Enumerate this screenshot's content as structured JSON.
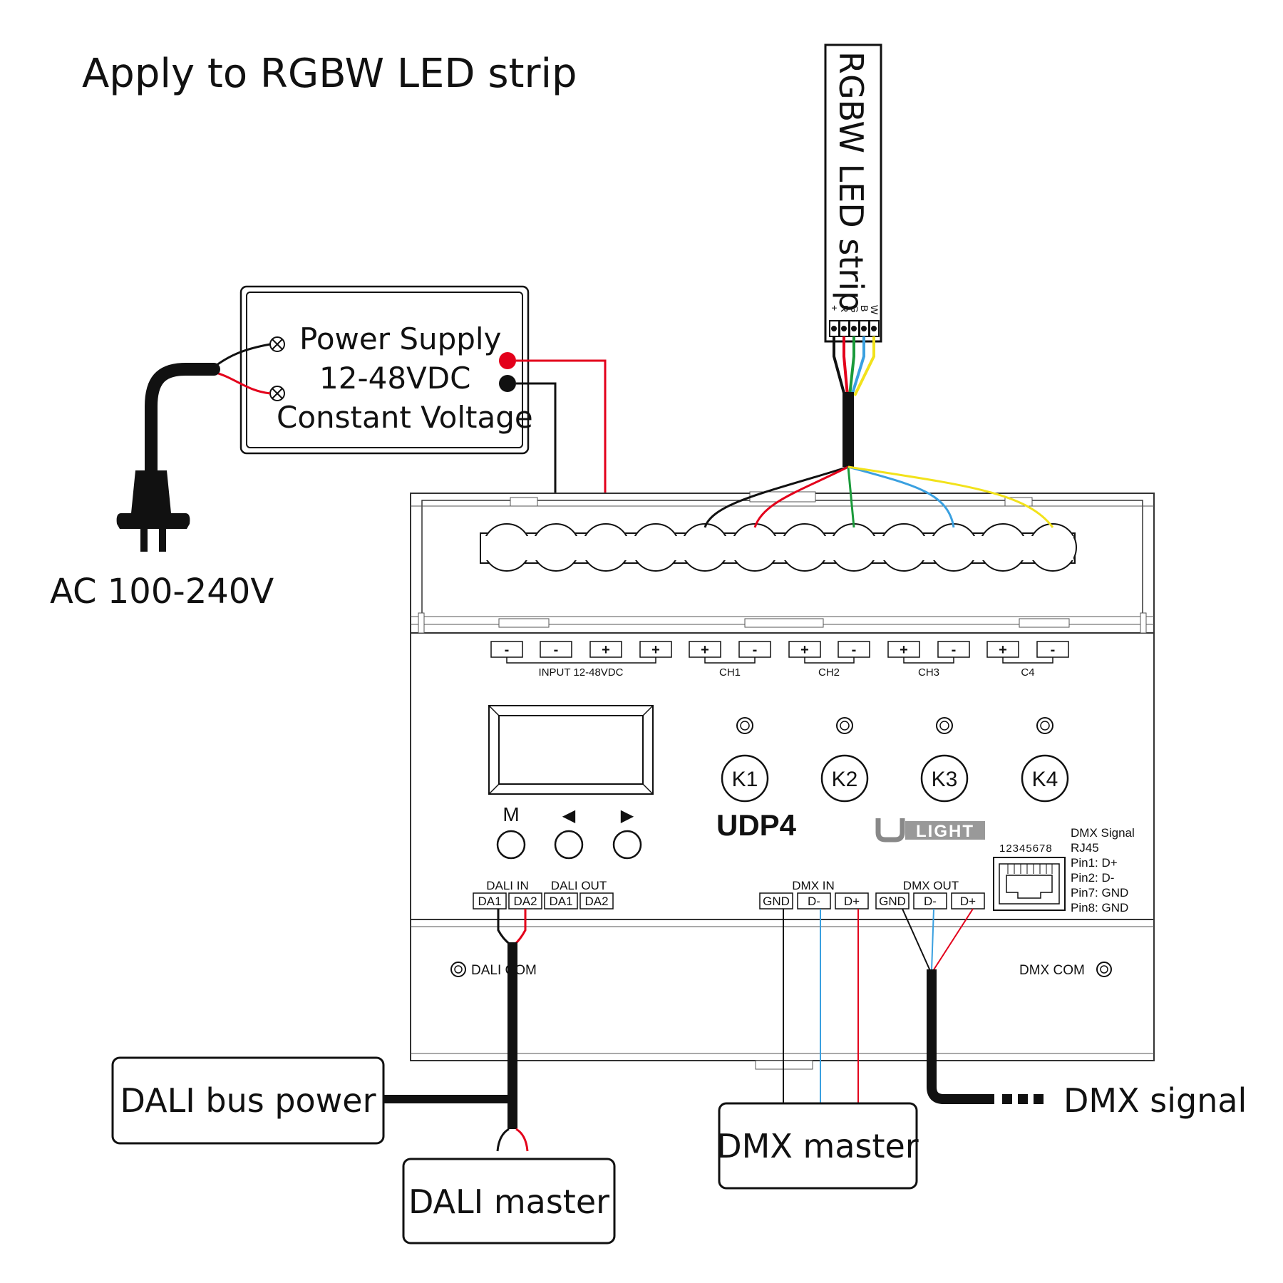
{
  "title": "Apply to RGBW LED strip",
  "led_strip": {
    "label": "RGBW LED strip",
    "pins": [
      "+",
      "R",
      "G",
      "B",
      "W"
    ]
  },
  "power_supply": {
    "line1": "Power Supply",
    "line2": "12-48VDC",
    "line3": "Constant Voltage"
  },
  "ac_label": "AC 100-240V",
  "controller": {
    "terminal_signs": [
      "-",
      "-",
      "+",
      "+",
      "+",
      "-",
      "+",
      "-",
      "+",
      "-",
      "+",
      "-"
    ],
    "group_labels": {
      "input": "INPUT 12-48VDC",
      "ch1": "CH1",
      "ch2": "CH2",
      "ch3": "CH3",
      "c4": "C4"
    },
    "buttons": {
      "m": "M",
      "left": "◀",
      "right": "▶"
    },
    "keys": [
      "K1",
      "K2",
      "K3",
      "K4"
    ],
    "model": "UDP4",
    "brand": "LIGHT",
    "dali_in": "DALI IN",
    "dali_out": "DALI OUT",
    "dali_terms": [
      "DA1",
      "DA2",
      "DA1",
      "DA2"
    ],
    "dmx_in": "DMX IN",
    "dmx_out": "DMX OUT",
    "dmx_terms": [
      "GND",
      "D-",
      "D+",
      "GND",
      "D-",
      "D+"
    ],
    "dali_com": "DALI COM",
    "dmx_com": "DMX COM",
    "rj45_numbers": "12345678",
    "dmx_info": [
      "DMX Signal",
      "RJ45",
      "Pin1: D+",
      "Pin2: D-",
      "Pin7: GND",
      "Pin8: GND"
    ]
  },
  "boxes": {
    "dali_bus_power": "DALI bus power",
    "dali_master": "DALI master",
    "dmx_master": "DMX master"
  },
  "dmx_signal": "DMX signal",
  "colors": {
    "red": "#e3001b",
    "green": "#1a9a3a",
    "blue": "#3aa0e0",
    "yellow": "#f2e21b",
    "black": "#111111",
    "outline": "#222222"
  }
}
